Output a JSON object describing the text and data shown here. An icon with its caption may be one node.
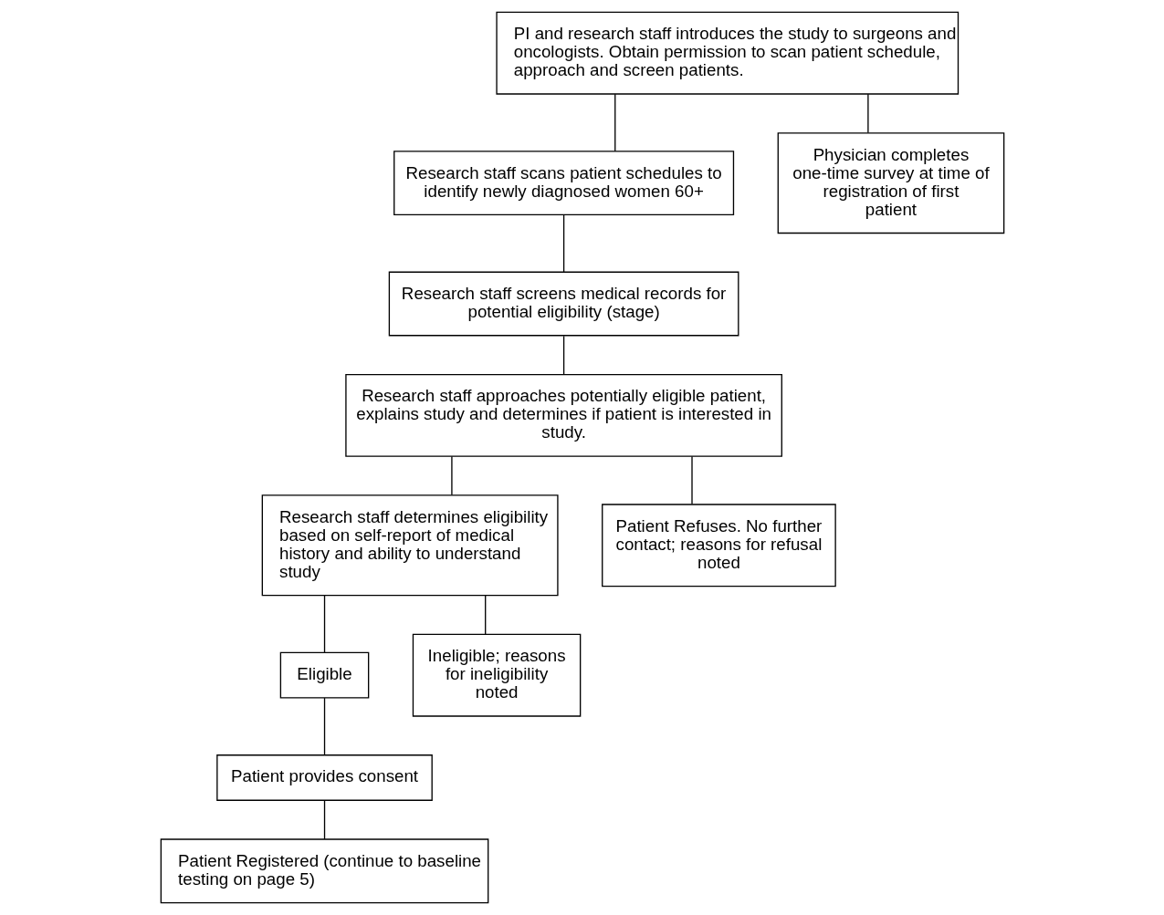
{
  "diagram": {
    "nodes": [
      {
        "text": [
          "PI and research staff introduces the study to surgeons and oncologists. Obtain permission to scan patient schedule, approach and screen patients."
        ]
      },
      {
        "text": [
          "Research staff scans patient schedules to identify newly diagnosed women 60+"
        ]
      },
      {
        "text": [
          "Physician completes one-time survey at time of registration of first patient"
        ]
      },
      {
        "text": [
          "Research staff screens medical records for potential eligibility (stage)"
        ]
      },
      {
        "text": [
          "Research staff approaches potentially eligible patient, explains study and determines if patient is interested in study."
        ]
      },
      {
        "text": [
          "Research staff determines eligibility based on self-report of medical history and ability to understand study"
        ]
      },
      {
        "text": [
          "Patient Refuses. No further contact; reasons for refusal noted"
        ]
      },
      {
        "text": [
          "Eligible"
        ]
      },
      {
        "text": [
          "Ineligible; reasons for ineligibility noted"
        ]
      },
      {
        "text": [
          "Patient provides consent"
        ]
      },
      {
        "text": [
          "Patient Registered (continue to baseline testing on page 5)"
        ]
      }
    ],
    "edges": [
      {
        "from": 0,
        "to": 1,
        "arrow": "none"
      },
      {
        "from": 0,
        "to": 2,
        "arrow": "none"
      },
      {
        "from": 1,
        "to": 3,
        "arrow": "none"
      },
      {
        "from": 3,
        "to": 4,
        "arrow": "none"
      },
      {
        "from": 4,
        "to": 5,
        "arrow": "none"
      },
      {
        "from": 4,
        "to": 6,
        "arrow": "none"
      },
      {
        "from": 5,
        "to": 7,
        "arrow": "none"
      },
      {
        "from": 5,
        "to": 8,
        "arrow": "none"
      },
      {
        "from": 7,
        "to": 9,
        "arrow": "none"
      },
      {
        "from": 9,
        "to": 10,
        "arrow": "none"
      }
    ]
  }
}
